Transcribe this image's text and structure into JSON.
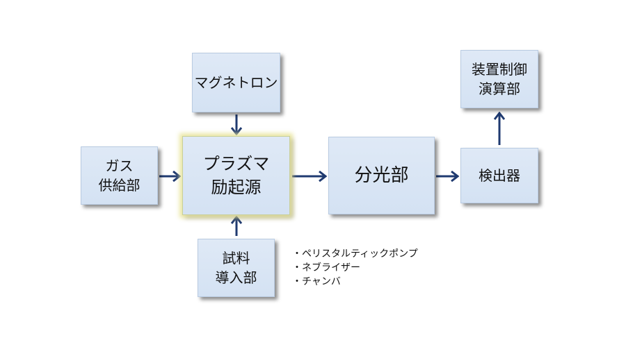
{
  "diagram": {
    "magnetron": "マグネトロン",
    "gas_supply": [
      "ガス",
      "供給部"
    ],
    "plasma_source": [
      "プラズマ",
      "励起源"
    ],
    "sample_intro": [
      "試料",
      "導入部"
    ],
    "spectrometer": "分光部",
    "detector": "検出器",
    "control": [
      "装置制御",
      "演算部"
    ],
    "sample_intro_types": [
      "・ペリスタルティックポンプ",
      "・ネブライザー",
      "・チャンバ"
    ]
  },
  "colors": {
    "box_fill": "#d9e5f4",
    "arrow": "#1f3a70",
    "plasma_glow": "#e8e496"
  }
}
